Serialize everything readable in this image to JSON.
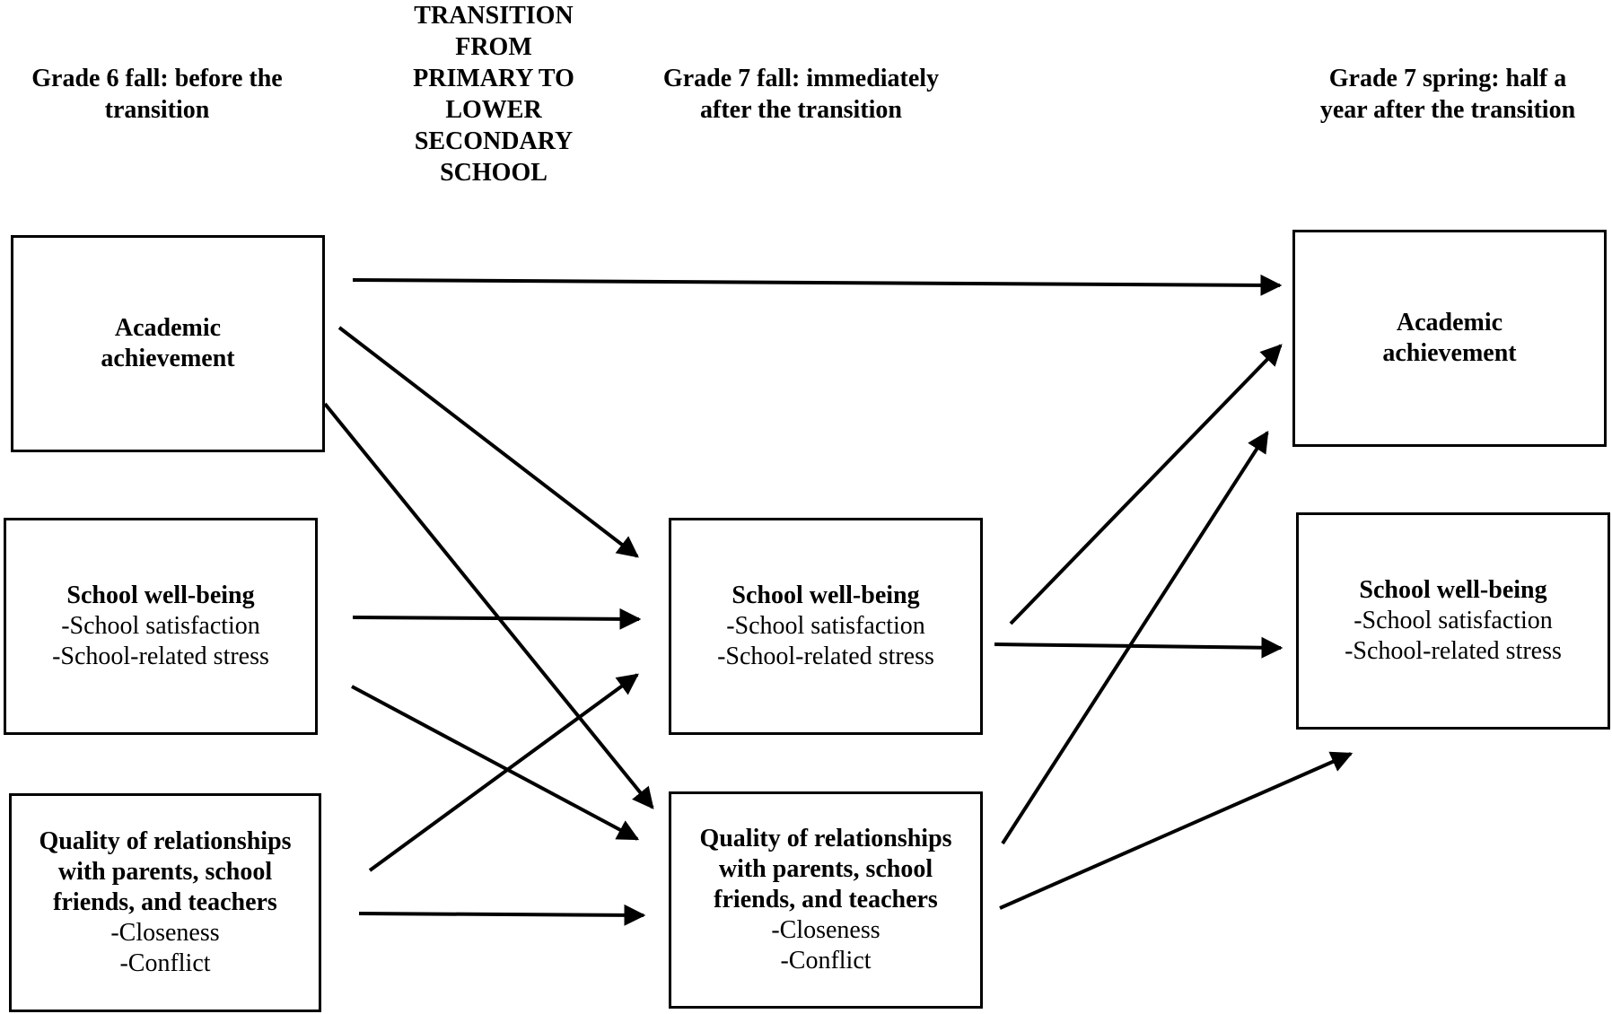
{
  "headers": {
    "grade6_fall": "Grade 6 fall: before the\ntransition",
    "transition": "TRANSITION\nFROM\nPRIMARY TO\nLOWER\nSECONDARY\nSCHOOL",
    "grade7_fall": "Grade 7 fall: immediately\nafter the transition",
    "grade7_spring": "Grade 7 spring: half a\nyear after the transition"
  },
  "boxes": {
    "g6_academic": {
      "title": "Academic\nachievement"
    },
    "g6_wellbeing": {
      "title": "School well-being",
      "items": [
        "-School satisfaction",
        "-School-related stress"
      ]
    },
    "g6_relationships": {
      "title": "Quality of relationships\nwith parents, school\nfriends, and teachers",
      "items": [
        "-Closeness",
        "-Conflict"
      ]
    },
    "g7f_wellbeing": {
      "title": "School well-being",
      "items": [
        "-School satisfaction",
        "-School-related stress"
      ]
    },
    "g7f_relationships": {
      "title": "Quality of relationships\nwith parents, school\nfriends, and teachers",
      "items": [
        "-Closeness",
        "-Conflict"
      ]
    },
    "g7s_academic": {
      "title": "Academic\nachievement"
    },
    "g7s_wellbeing": {
      "title": "School well-being",
      "items": [
        "-School satisfaction",
        "-School-related stress"
      ]
    }
  }
}
